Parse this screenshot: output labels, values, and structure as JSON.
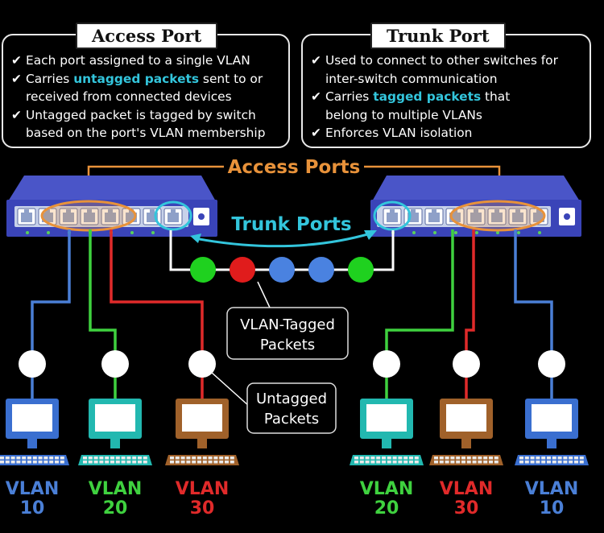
{
  "access_box": {
    "title": "Access Port",
    "bullets": [
      {
        "parts": [
          {
            "text": "Each port assigned to a single VLAN",
            "hl": false
          }
        ]
      },
      {
        "parts": [
          {
            "text": "Carries ",
            "hl": false
          },
          {
            "text": "untagged packets",
            "hl": true
          },
          {
            "text": " sent to or",
            "hl": false
          }
        ],
        "cont": "received from connected devices"
      },
      {
        "parts": [
          {
            "text": "Untagged packet is tagged by switch",
            "hl": false
          }
        ],
        "cont": "based on the port's VLAN membership"
      }
    ]
  },
  "trunk_box": {
    "title": "Trunk Port",
    "bullets": [
      {
        "parts": [
          {
            "text": "Used to connect to other switches for",
            "hl": false
          }
        ],
        "cont": "inter-switch communication"
      },
      {
        "parts": [
          {
            "text": "Carries ",
            "hl": false
          },
          {
            "text": "tagged packets",
            "hl": true
          },
          {
            "text": " that",
            "hl": false
          }
        ],
        "cont": "belong to multiple VLANs"
      },
      {
        "parts": [
          {
            "text": "Enforces VLAN isolation",
            "hl": false
          }
        ]
      }
    ]
  },
  "labels": {
    "access_ports": "Access Ports",
    "trunk_ports": "Trunk Ports",
    "vlan_tagged_line1": "VLAN-Tagged",
    "vlan_tagged_line2": "Packets",
    "untagged_line1": "Untagged",
    "untagged_line2": "Packets"
  },
  "colors": {
    "vlan10": "#4a7fd6",
    "vlan20": "#3fd13f",
    "vlan30": "#e02a2a",
    "trunk_highlight": "#33c5dc",
    "access_highlight": "#e8923a",
    "switch_body": "#3a44b8",
    "monitor_teal": "#22b8b0",
    "monitor_brown": "#a0612a",
    "monitor_blue": "#3a6fd0"
  },
  "packets": [
    "#1fd11f",
    "#e01c1c",
    "#4a82e0",
    "#4a82e0",
    "#1fd11f"
  ],
  "devices": [
    {
      "vlan_word": "VLAN",
      "vlan_num": "10",
      "color": "#4a7fd6",
      "monitor": "#3a6fd0"
    },
    {
      "vlan_word": "VLAN",
      "vlan_num": "20",
      "color": "#3fd13f",
      "monitor": "#22b8b0"
    },
    {
      "vlan_word": "VLAN",
      "vlan_num": "30",
      "color": "#e02a2a",
      "monitor": "#a0612a"
    },
    {
      "vlan_word": "VLAN",
      "vlan_num": "20",
      "color": "#3fd13f",
      "monitor": "#22b8b0"
    },
    {
      "vlan_word": "VLAN",
      "vlan_num": "30",
      "color": "#e02a2a",
      "monitor": "#a0612a"
    },
    {
      "vlan_word": "VLAN",
      "vlan_num": "10",
      "color": "#4a7fd6",
      "monitor": "#3a6fd0"
    }
  ]
}
